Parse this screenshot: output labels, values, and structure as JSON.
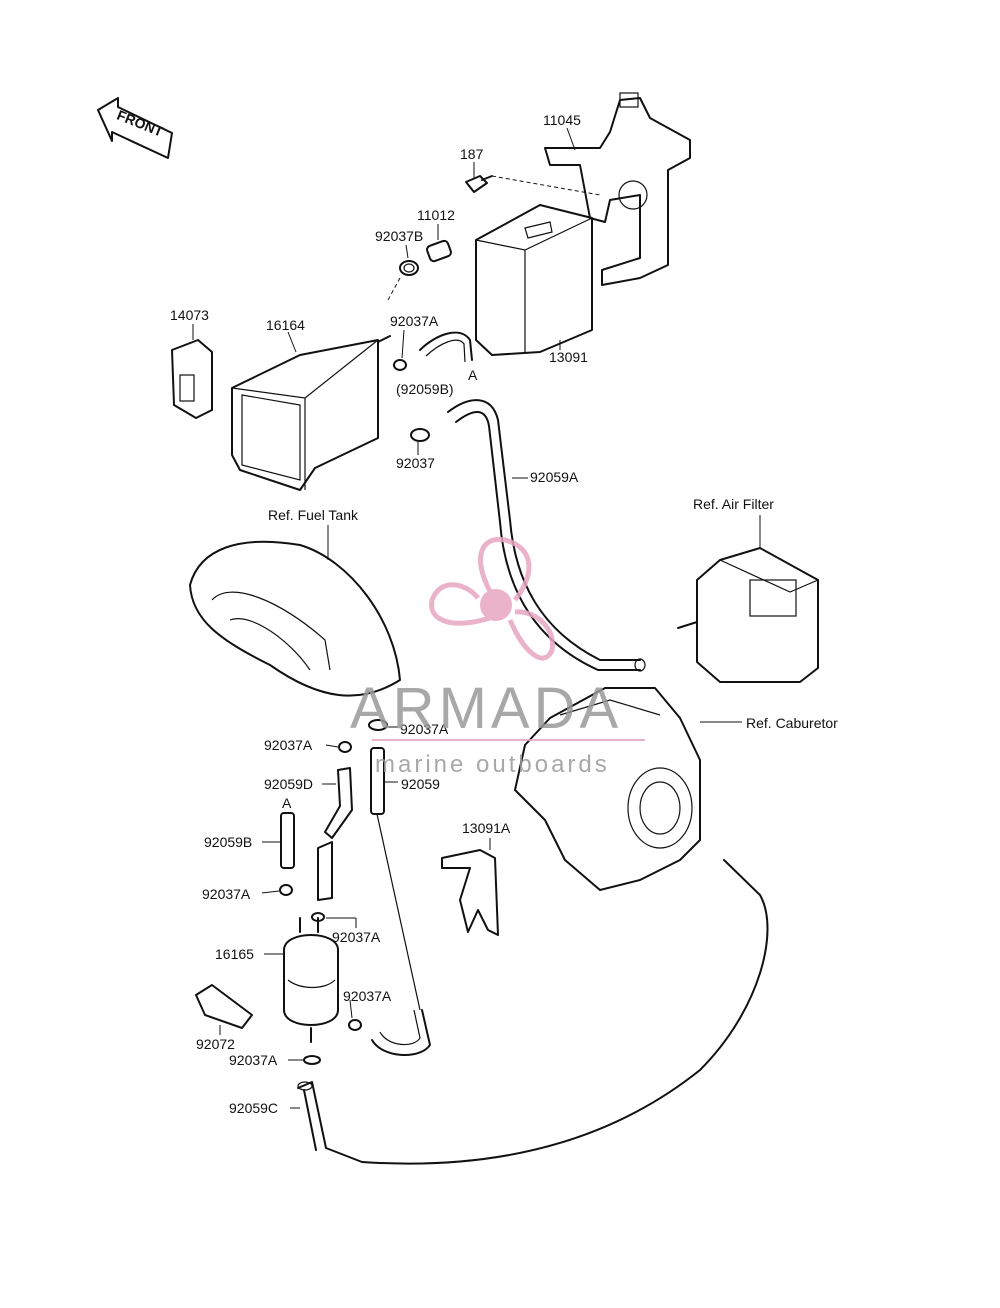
{
  "front_arrow": {
    "label": "FRONT"
  },
  "labels": {
    "p11045": "11045",
    "p187": "187",
    "p11012": "11012",
    "p92037B": "92037B",
    "p14073": "14073",
    "p16164": "16164",
    "p92037A_top": "92037A",
    "p92059B_ref": "(92059B)",
    "marker_A_top": "A",
    "p13091": "13091",
    "p92037_top": "92037",
    "p92059A": "92059A",
    "ref_air_filter": "Ref. Air Filter",
    "ref_fuel_tank": "Ref. Fuel Tank",
    "ref_carburetor": "Ref. Caburetor",
    "p92037A_center": "92037A",
    "p92037A_left": "92037A",
    "p92059D": "92059D",
    "p92059_mid": "92059",
    "marker_A_left": "A",
    "p92059B": "92059B",
    "p13091A": "13091A",
    "p92037A_lower1": "92037A",
    "p92037A_lower2": "92037A",
    "p16165": "16165",
    "p92037A_lower3": "92037A",
    "p92072": "92072",
    "p92037A_lower4": "92037A",
    "p92059C": "92059C"
  },
  "watermark": {
    "brand": "ARMADA",
    "tagline": "marine outboards",
    "color": "#e7a6c0"
  }
}
